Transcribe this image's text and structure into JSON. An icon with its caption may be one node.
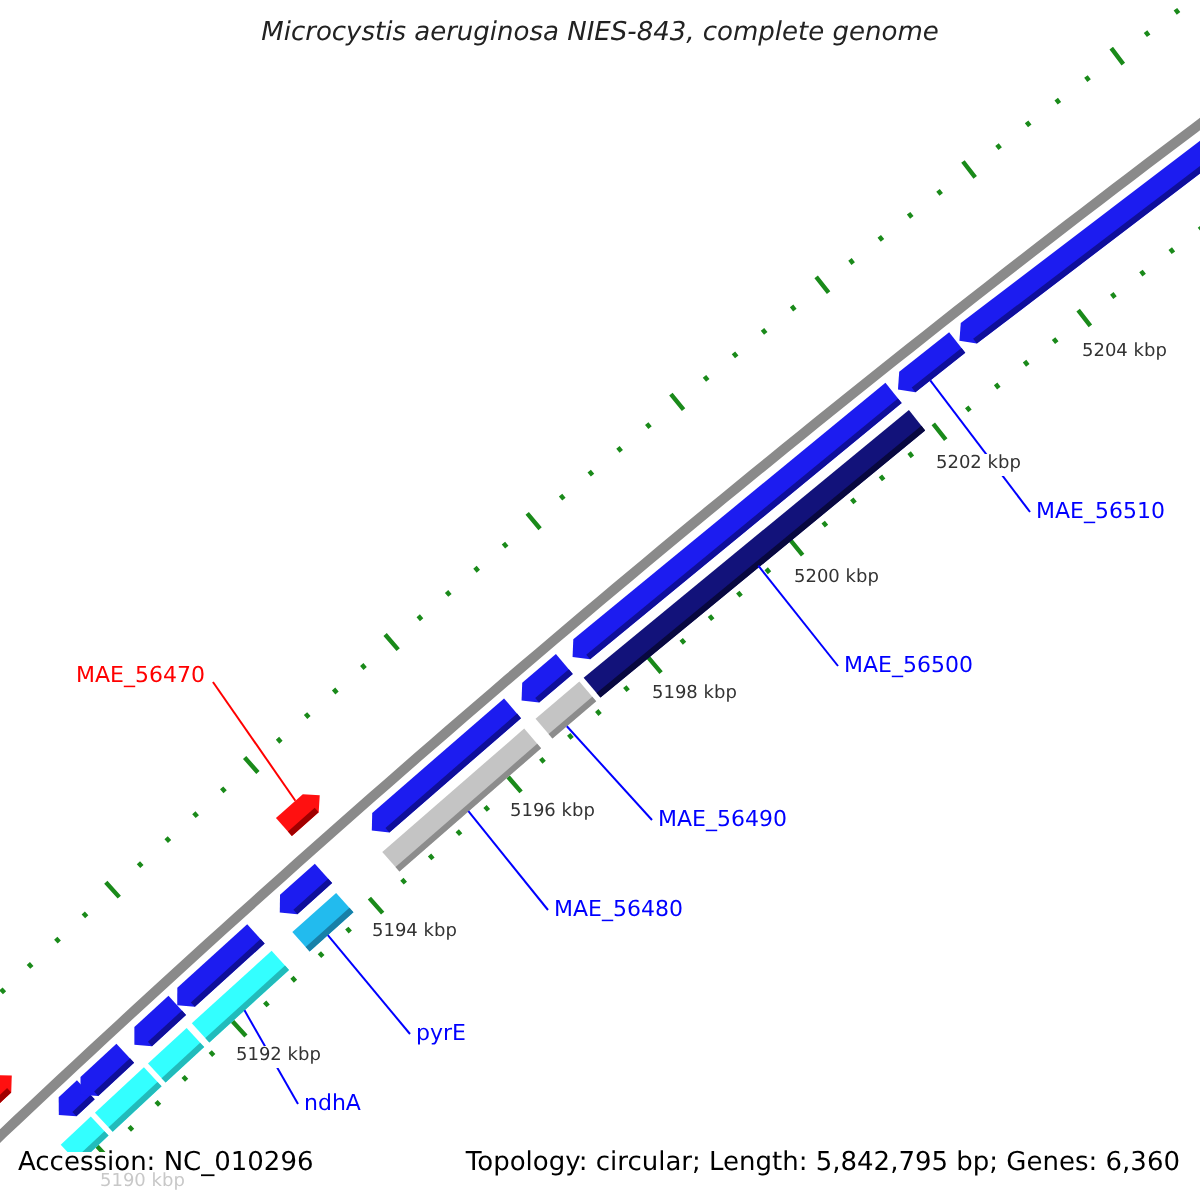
{
  "diagram": {
    "title": "Microcystis aeruginosa NIES-843, complete genome",
    "nodes": [
      {
        "text": [
          "MAE_56470"
        ]
      },
      {
        "text": [
          "MAE_56510"
        ]
      },
      {
        "text": [
          "MAE_56500"
        ]
      },
      {
        "text": [
          "MAE_56490"
        ]
      },
      {
        "text": [
          "MAE_56480"
        ]
      },
      {
        "text": [
          "pyrE"
        ]
      },
      {
        "text": [
          "ndhA"
        ]
      },
      {
        "text": [],
        "shape": "pentagon"
      },
      {
        "text": [],
        "shape": "pentagon"
      },
      {
        "text": [],
        "shape": "bar"
      },
      {
        "text": [],
        "shape": "pentagon"
      },
      {
        "text": [],
        "shape": "bar"
      },
      {
        "text": [],
        "shape": "pentagon"
      },
      {
        "text": [],
        "shape": "bar"
      },
      {
        "text": [],
        "shape": "pentagon"
      },
      {
        "text": [],
        "shape": "bar"
      },
      {
        "text": [],
        "shape": "pentagon"
      },
      {
        "text": [],
        "shape": "pentagon"
      },
      {
        "text": [],
        "shape": "bar"
      },
      {
        "text": [],
        "shape": "pentagon"
      },
      {
        "text": [],
        "shape": "bar"
      },
      {
        "text": [],
        "shape": "pentagon"
      },
      {
        "text": [],
        "shape": "bar"
      },
      {
        "text": [],
        "shape": "pentagon"
      },
      {
        "text": [],
        "shape": "bar"
      },
      {
        "text": [],
        "shape": "pentagon"
      },
      {
        "text": [],
        "shape": "pentagon"
      }
    ],
    "edges": [
      {
        "from": 0,
        "to": 17,
        "arrow": "none",
        "color": "#ff0000"
      },
      {
        "from": 1,
        "to": 25,
        "arrow": "none"
      },
      {
        "from": 2,
        "to": 24,
        "arrow": "none"
      },
      {
        "from": 3,
        "to": 22,
        "arrow": "none"
      },
      {
        "from": 4,
        "to": 20,
        "arrow": "none"
      },
      {
        "from": 5,
        "to": 18,
        "arrow": "none"
      },
      {
        "from": 6,
        "to": 15,
        "arrow": "none"
      }
    ],
    "labels": [
      "5204 kbp",
      "5202 kbp",
      "5200 kbp",
      "5198 kbp",
      "5196 kbp",
      "5194 kbp",
      "5192 kbp",
      "Accession: NC_010296",
      "Topology: circular; Length: 5,842,795 bp; Genes: 6,360",
      "5190 kbp"
    ]
  }
}
